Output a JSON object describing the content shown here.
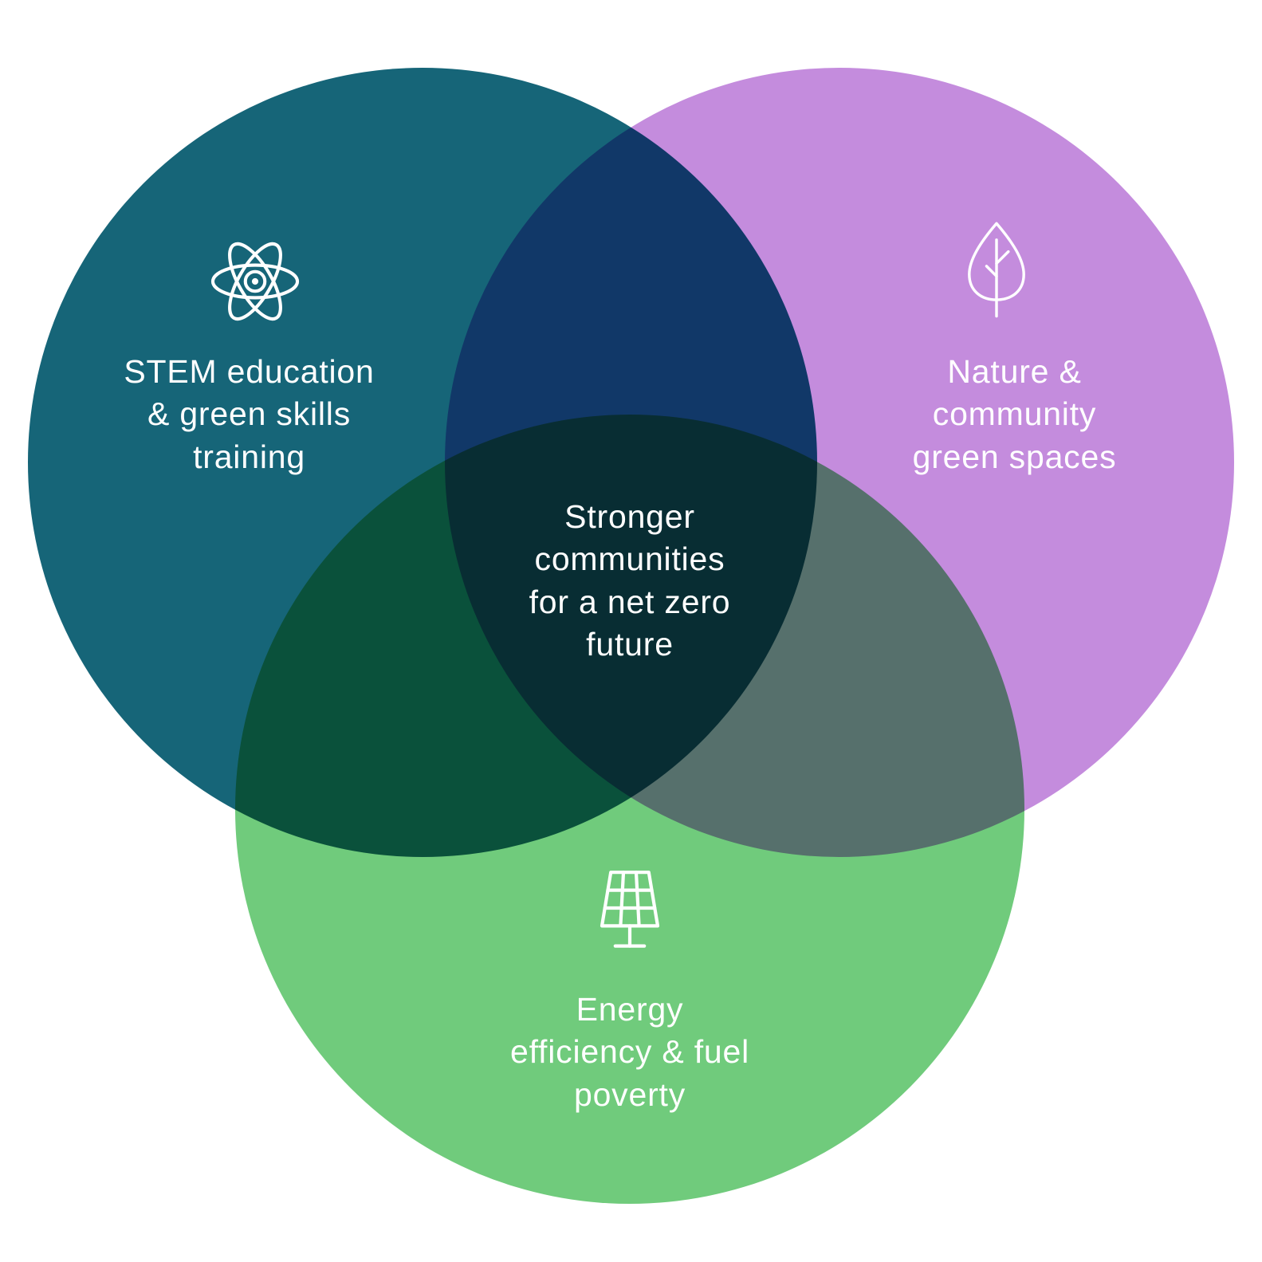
{
  "background_color": "#ffffff",
  "text_color": "#ffffff",
  "diagram": {
    "type": "venn",
    "center": {
      "lines": [
        "Stronger",
        "communities",
        "for a net zero",
        "future"
      ],
      "full_label": "Stronger communities for a net zero future"
    },
    "circles": {
      "stem": {
        "color": "#166578",
        "icon": "atom-icon",
        "lines": [
          "STEM education",
          "& green skills",
          "training"
        ],
        "full_label": "STEM education & green skills training"
      },
      "nature": {
        "color": "#c48cdd",
        "icon": "leaf-icon",
        "lines": [
          "Nature &",
          "community",
          "green spaces"
        ],
        "full_label": "Nature & community green spaces"
      },
      "energy": {
        "color": "#70cb7c",
        "icon": "solar-panel-icon",
        "lines": [
          "Energy",
          "efficiency & fuel",
          "poverty"
        ],
        "full_label": "Energy efficiency & fuel poverty"
      }
    }
  }
}
